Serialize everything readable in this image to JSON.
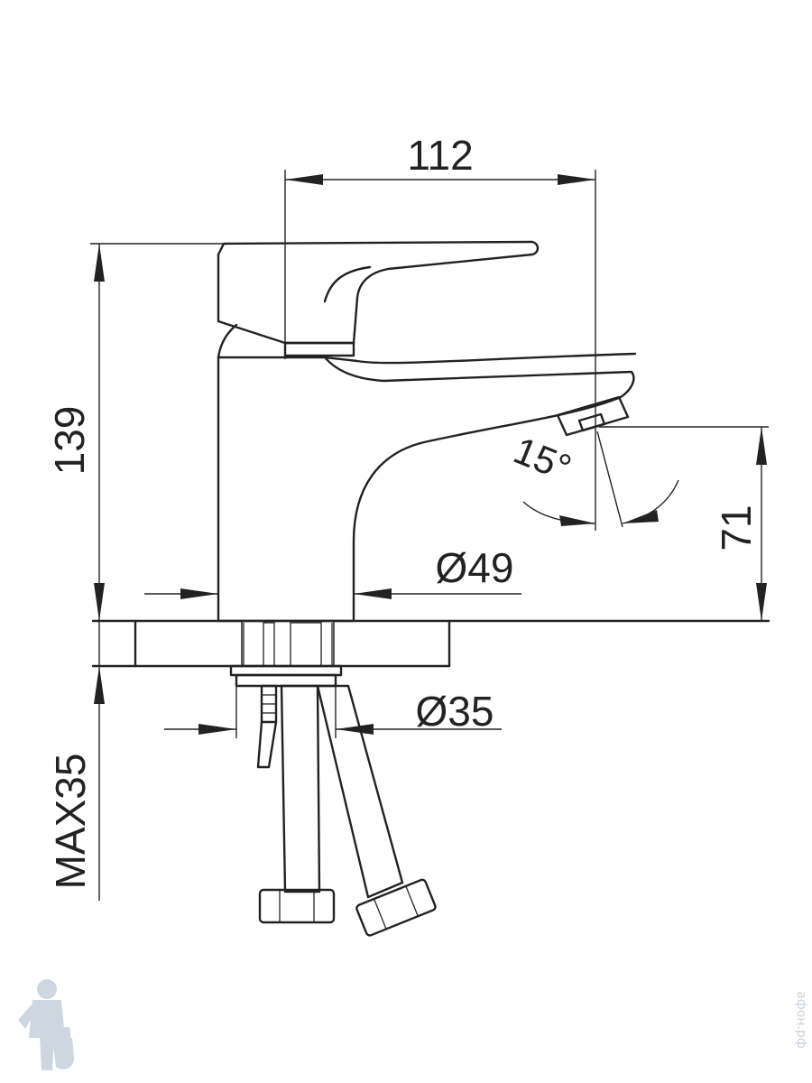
{
  "dimensions": {
    "spout_reach": "112",
    "total_height": "139",
    "spout_height": "71",
    "body_diameter": "Ø49",
    "mount_diameter": "Ø35",
    "max_counter_thickness": "MAX35",
    "spout_angle": "15°"
  },
  "watermark": {
    "text": "афон.рф",
    "icon": "plumber-mascot-icon",
    "color": "#c9d3dc"
  },
  "colors": {
    "line": "#222222",
    "background": "#ffffff"
  }
}
